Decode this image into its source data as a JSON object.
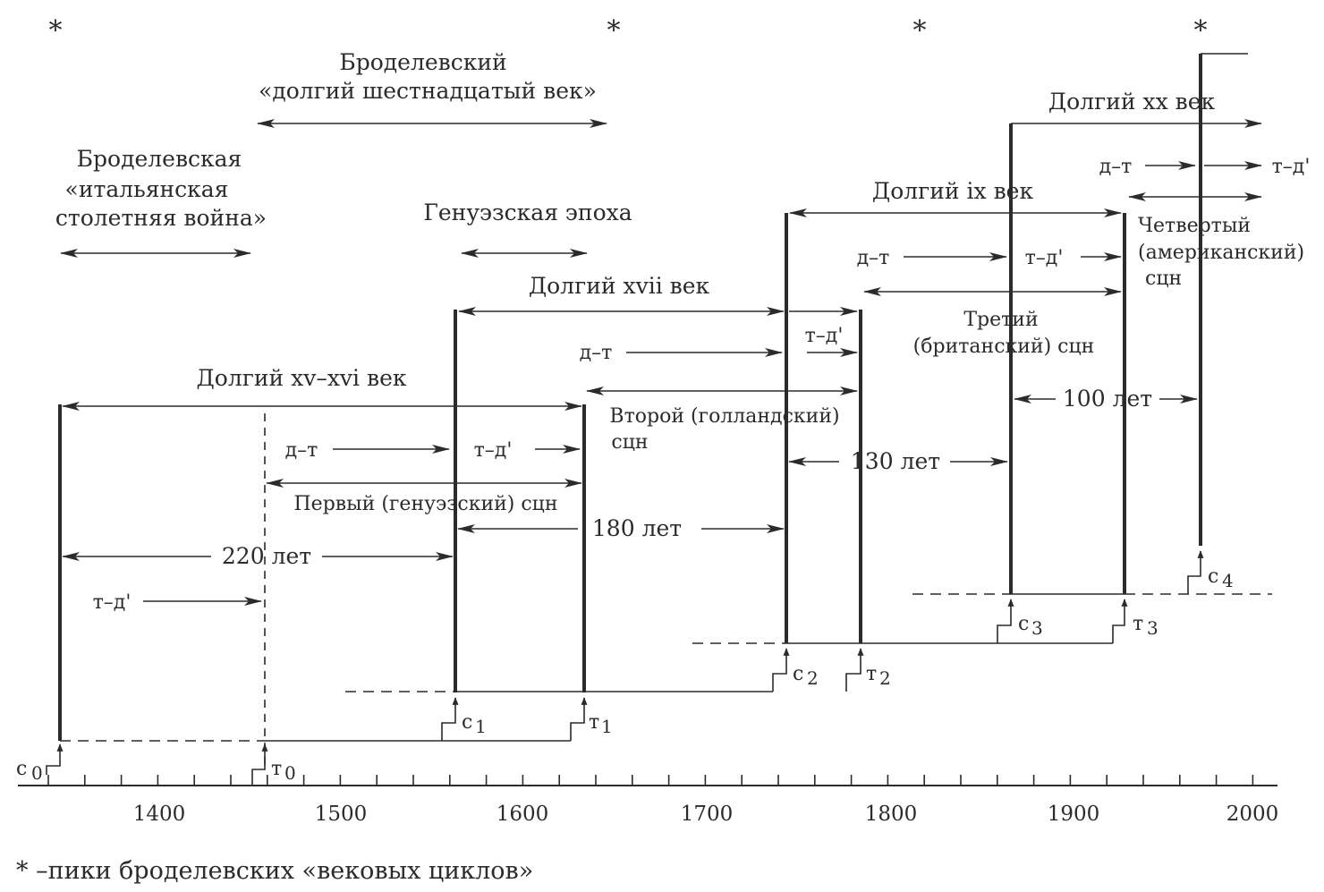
{
  "axis": {
    "ticks": [
      "1400",
      "1500",
      "1600",
      "1700",
      "1800",
      "1900",
      "2000"
    ]
  },
  "stars": [
    "*",
    "*",
    "*",
    "*"
  ],
  "labels": {
    "braudel_italian_1": "Броделевская",
    "braudel_italian_2": "«итальянская",
    "braudel_italian_3": "столетняя война»",
    "braudel_16_1": "Броделевский",
    "braudel_16_2": "«долгий шестнадцатый век»",
    "genoese_epoch": "Генуэзская эпоха",
    "long_15_16": "Долгий xv–xvi век",
    "long_17": "Долгий xvii век",
    "long_19": "Долгий ix век",
    "long_20": "Долгий xx век",
    "first_scn": "Первый (генуэзский) сцн",
    "second_scn_1": "Второй (голландский)",
    "second_scn_2": "сцн",
    "third_scn_1": "Третий",
    "third_scn_2": "(британский) сцн",
    "fourth_scn_1": "Четвертый",
    "fourth_scn_2": "(американский)",
    "fourth_scn_3": "сцн",
    "dur_220": "220 лет",
    "dur_180": "180 лет",
    "dur_130": "130 лет",
    "dur_100": "100 лет",
    "mt": "д–т",
    "tmprime": "т–д'"
  },
  "markers": {
    "c0": "с",
    "c0_sub": "0",
    "t0": "т",
    "t0_sub": "0",
    "c1": "с",
    "c1_sub": "1",
    "t1": "т",
    "t1_sub": "1",
    "c2": "с",
    "c2_sub": "2",
    "t2": "т",
    "t2_sub": "2",
    "c3": "с",
    "c3_sub": "3",
    "t3": "т",
    "t3_sub": "3",
    "c4": "с",
    "c4_sub": "4"
  },
  "caption": "* –пики броделевских «вековых циклов»"
}
